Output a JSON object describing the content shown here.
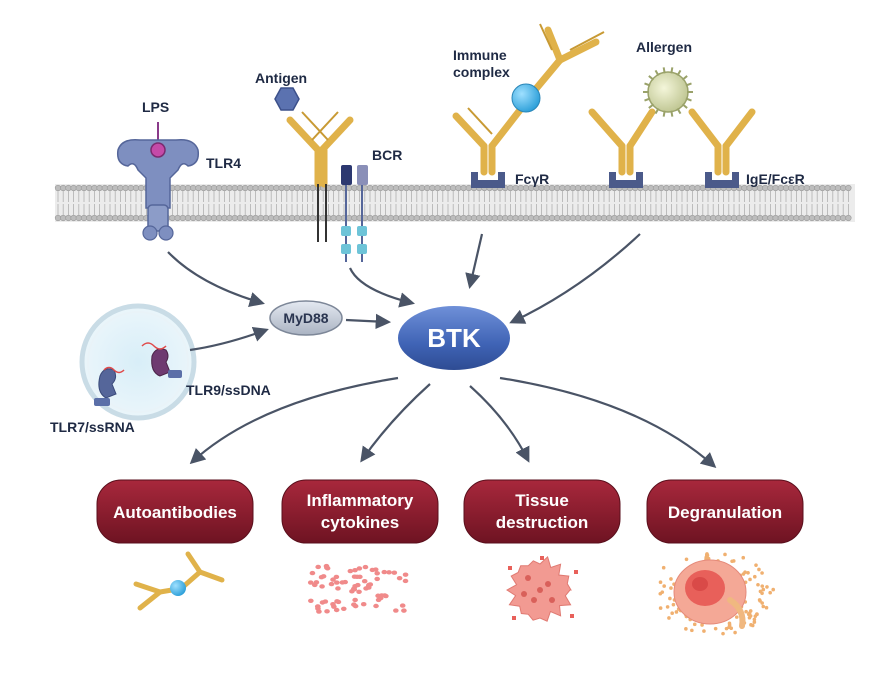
{
  "labels": {
    "lps": "LPS",
    "tlr4": "TLR4",
    "antigen": "Antigen",
    "bcr": "BCR",
    "immune_complex_line1": "Immune",
    "immune_complex_line2": "complex",
    "fcgr": "FcγR",
    "allergen": "Allergen",
    "ige_fcer": "IgE/FcεR",
    "myd88": "MyD88",
    "btk": "BTK",
    "tlr9": "TLR9/ssDNA",
    "tlr7": "TLR7/ssRNA"
  },
  "outcomes": [
    {
      "lines": [
        "Autoantibodies"
      ]
    },
    {
      "lines": [
        "Inflammatory",
        "cytokines"
      ]
    },
    {
      "lines": [
        "Tissue",
        "destruction"
      ]
    },
    {
      "lines": [
        "Degranulation"
      ]
    }
  ],
  "colors": {
    "antibody_gold": "#e0b24a",
    "membrane": "#c9c9c9",
    "btk_blue": "#3f63b5",
    "outcome_red": "#8c1d2e",
    "arrow": "#4a5466",
    "receptor_navy": "#4b5a8a",
    "particle_pink": "#f08a8a"
  }
}
